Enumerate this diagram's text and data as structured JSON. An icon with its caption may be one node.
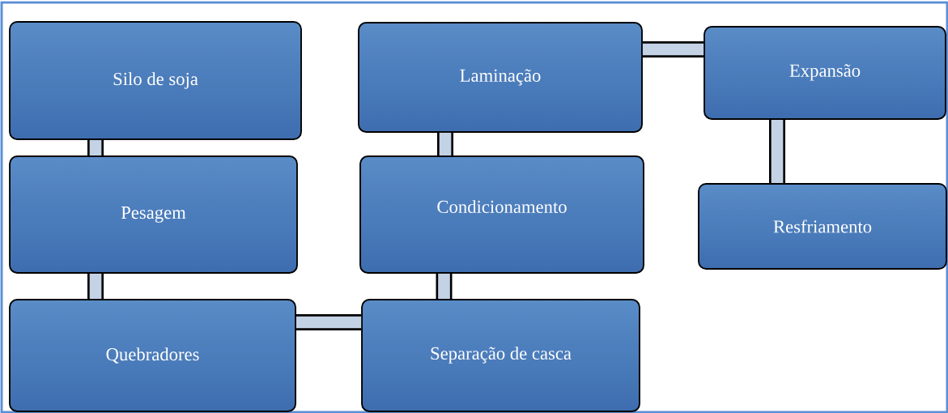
{
  "diagram": {
    "nodes": [
      {
        "text": [
          "Silo de soja"
        ]
      },
      {
        "text": [
          "Pesagem"
        ]
      },
      {
        "text": [
          "Quebradores"
        ]
      },
      {
        "text": [
          "Separação de casca"
        ]
      },
      {
        "text": [
          "Condicionamento"
        ]
      },
      {
        "text": [
          "Laminação"
        ]
      },
      {
        "text": [
          "Expansão"
        ]
      },
      {
        "text": [
          "Resfriamento"
        ]
      }
    ],
    "edges": [
      {
        "from": 0,
        "to": 1,
        "arrow": "none"
      },
      {
        "from": 1,
        "to": 2,
        "arrow": "none"
      },
      {
        "from": 2,
        "to": 3,
        "arrow": "none"
      },
      {
        "from": 3,
        "to": 4,
        "arrow": "none"
      },
      {
        "from": 4,
        "to": 5,
        "arrow": "none"
      },
      {
        "from": 5,
        "to": 6,
        "arrow": "none"
      },
      {
        "from": 6,
        "to": 7,
        "arrow": "none"
      }
    ]
  }
}
